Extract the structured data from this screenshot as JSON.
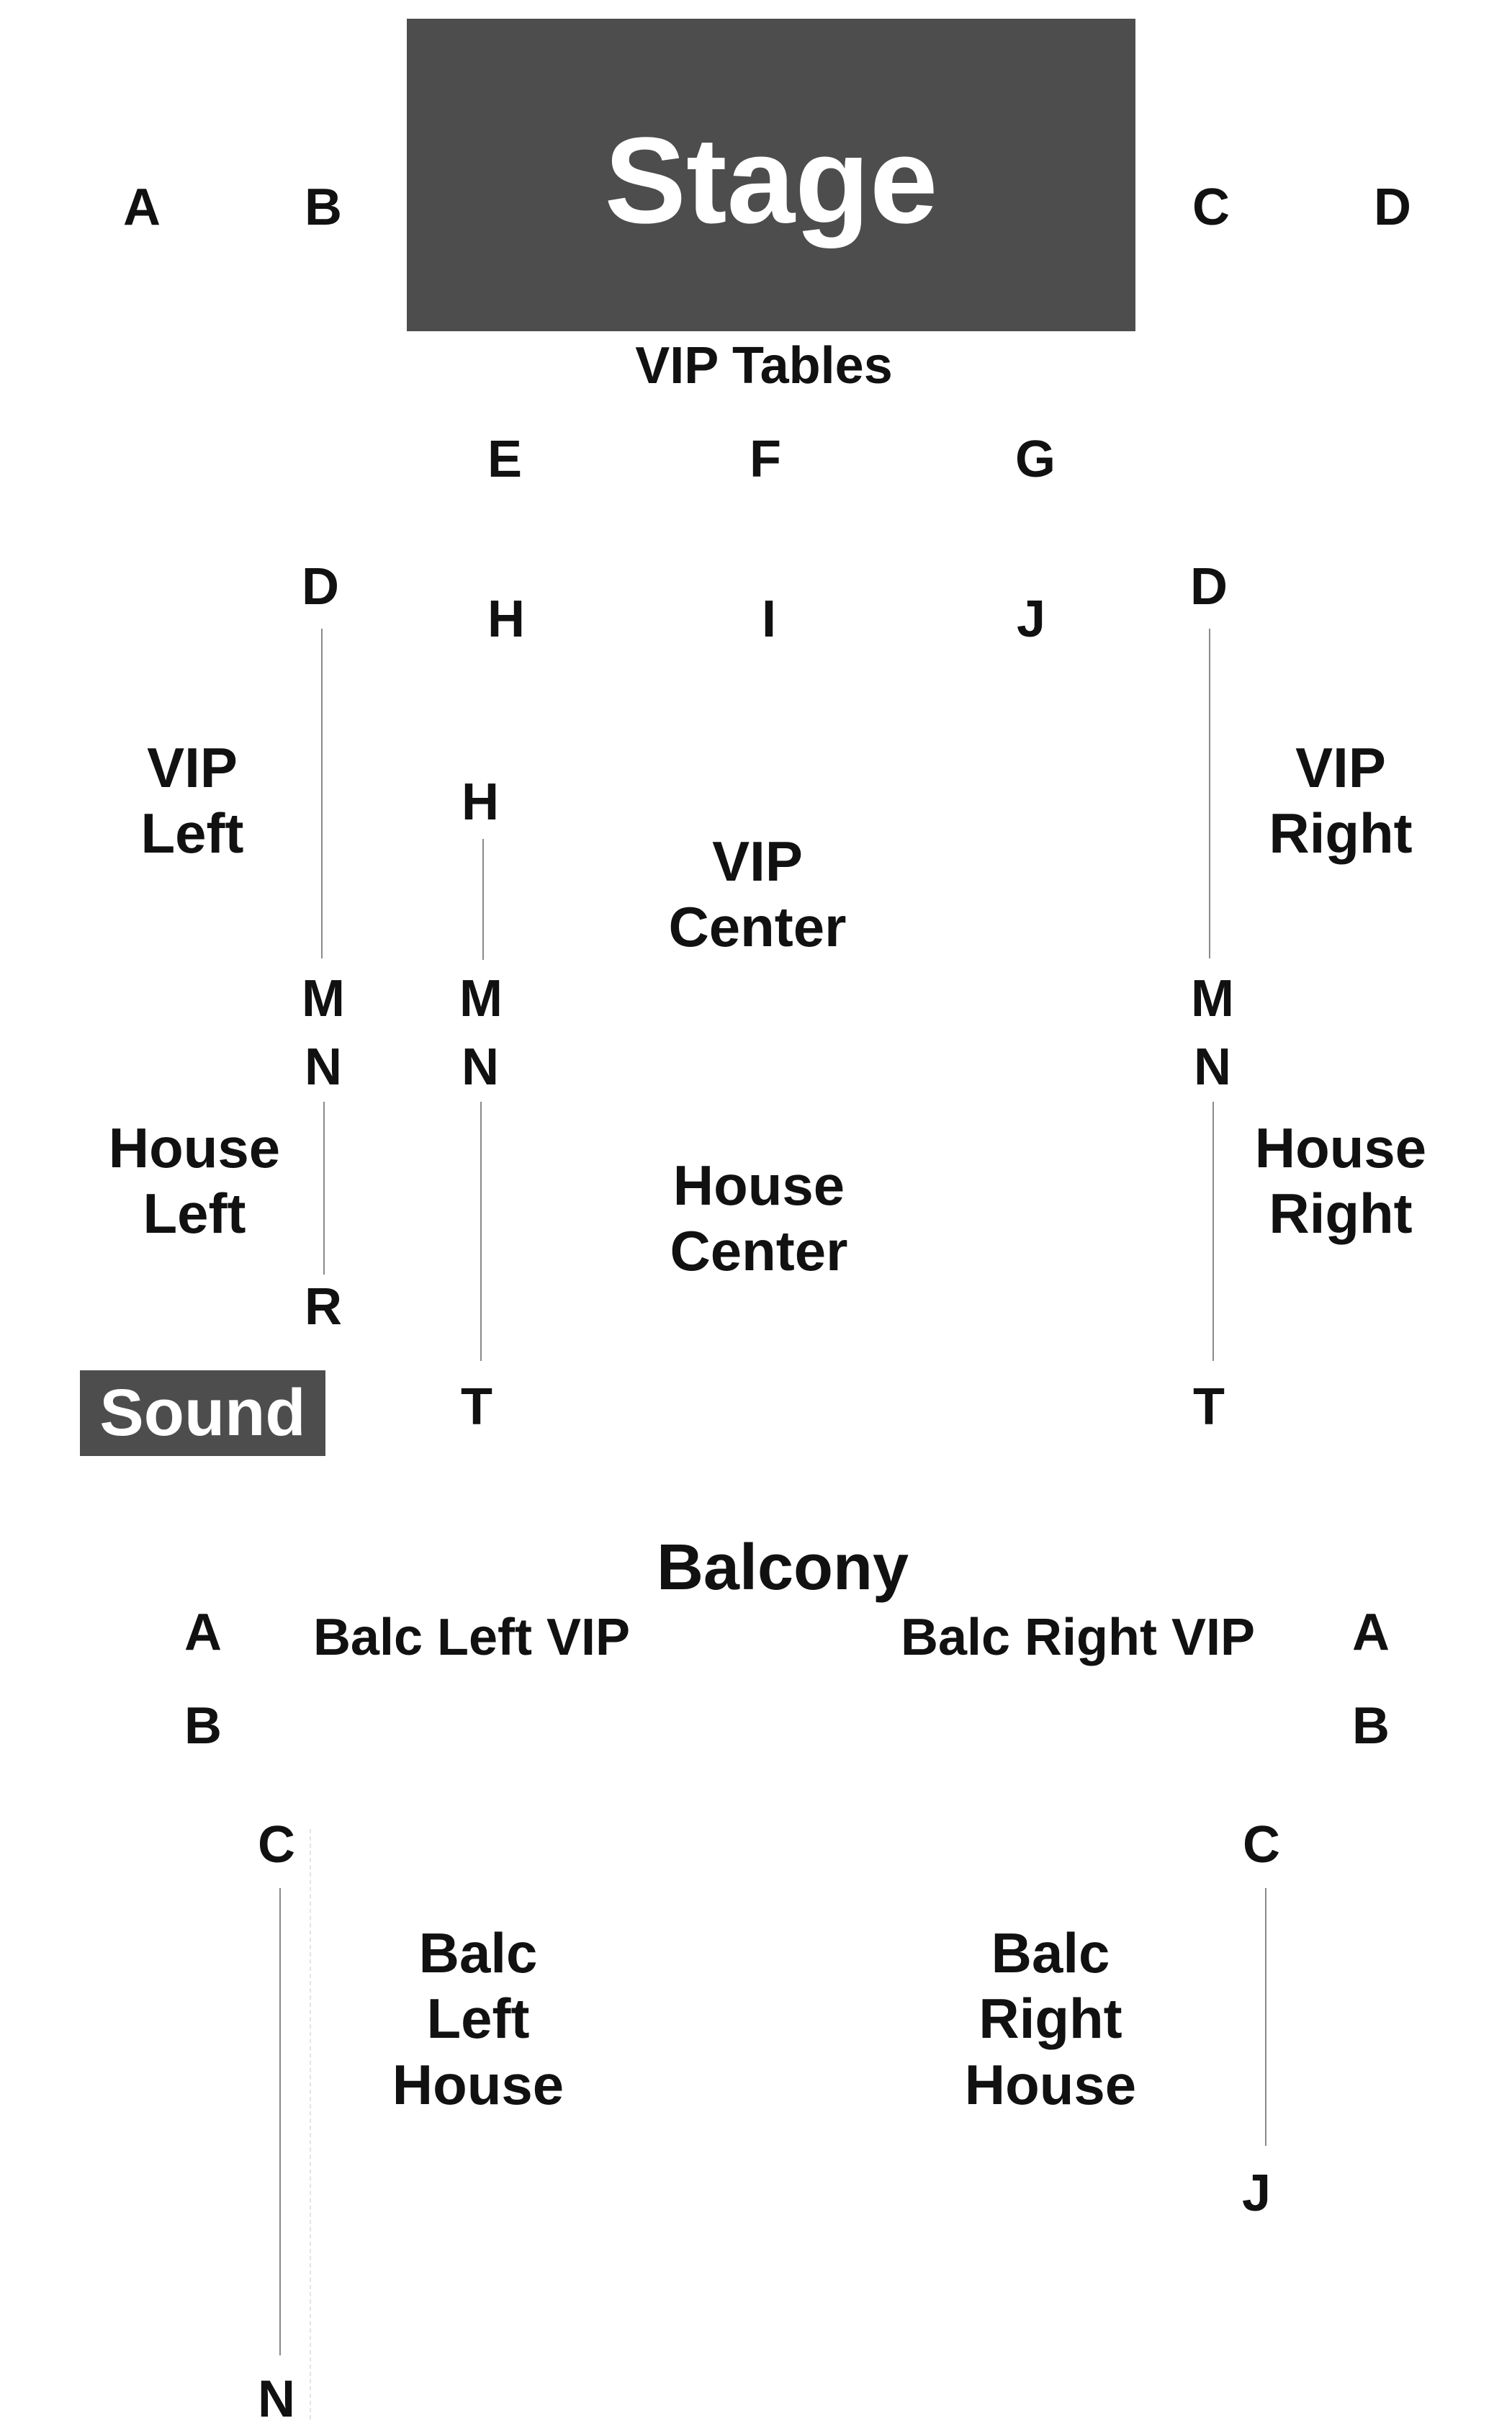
{
  "stage": {
    "label": "Stage",
    "color": "#4d4d4d"
  },
  "vip_tables": {
    "title": "VIP Tables",
    "side_rows": [
      "A",
      "B",
      "C",
      "D"
    ],
    "rows_front": [
      "E",
      "F",
      "G"
    ],
    "rows_back": [
      "H",
      "I",
      "J"
    ]
  },
  "vip": {
    "left_label": "VIP Left",
    "center_label": "VIP Center",
    "right_label": "VIP Right",
    "left_rows": {
      "start": "D",
      "end": "M"
    },
    "center_rows": {
      "start": "H",
      "end": "M"
    },
    "right_rows": {
      "start": "D",
      "end": "M"
    }
  },
  "house": {
    "left_label": "House Left",
    "center_label": "House Center",
    "right_label": "House Right",
    "left_rows": {
      "start": "N",
      "end": "R"
    },
    "center_rows": {
      "start": "N",
      "end": "T"
    },
    "right_rows": {
      "start": "N",
      "end": "T"
    }
  },
  "sound": {
    "label": "Sound",
    "color": "#4d4d4d"
  },
  "balcony": {
    "title": "Balcony",
    "left_vip_label": "Balc Left VIP",
    "right_vip_label": "Balc Right VIP",
    "left_vip_rows": [
      "A",
      "B"
    ],
    "right_vip_rows": [
      "A",
      "B"
    ],
    "left_house_label": "Balc Left House",
    "right_house_label": "Balc Right House",
    "left_house_rows": {
      "start": "C",
      "end": "N"
    },
    "right_house_rows": {
      "start": "C",
      "end": "J"
    }
  }
}
